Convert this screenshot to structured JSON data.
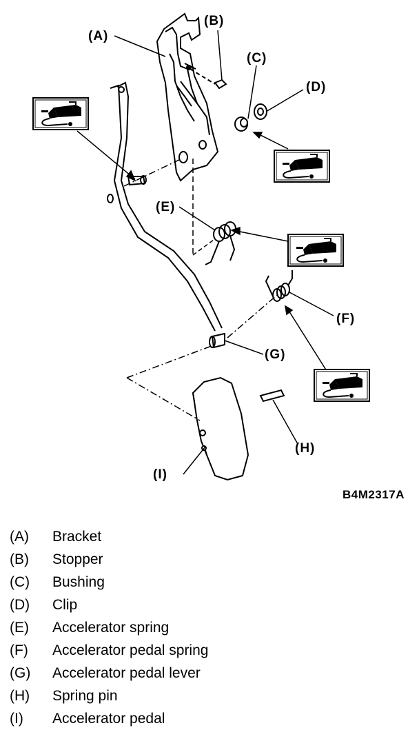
{
  "figure_code": "B4M2317A",
  "callouts": {
    "a": "(A)",
    "b": "(B)",
    "c": "(C)",
    "d": "(D)",
    "e": "(E)",
    "f": "(F)",
    "g": "(G)",
    "h": "(H)",
    "i": "(I)"
  },
  "legend": [
    {
      "key": "(A)",
      "text": "Bracket"
    },
    {
      "key": "(B)",
      "text": "Stopper"
    },
    {
      "key": "(C)",
      "text": "Bushing"
    },
    {
      "key": "(D)",
      "text": "Clip"
    },
    {
      "key": "(E)",
      "text": "Accelerator spring"
    },
    {
      "key": "(F)",
      "text": "Accelerator pedal spring"
    },
    {
      "key": "(G)",
      "text": "Accelerator pedal lever"
    },
    {
      "key": "(H)",
      "text": "Spring pin"
    },
    {
      "key": "(I)",
      "text": "Accelerator pedal"
    }
  ],
  "icons": [
    "grease-gun-icon"
  ]
}
